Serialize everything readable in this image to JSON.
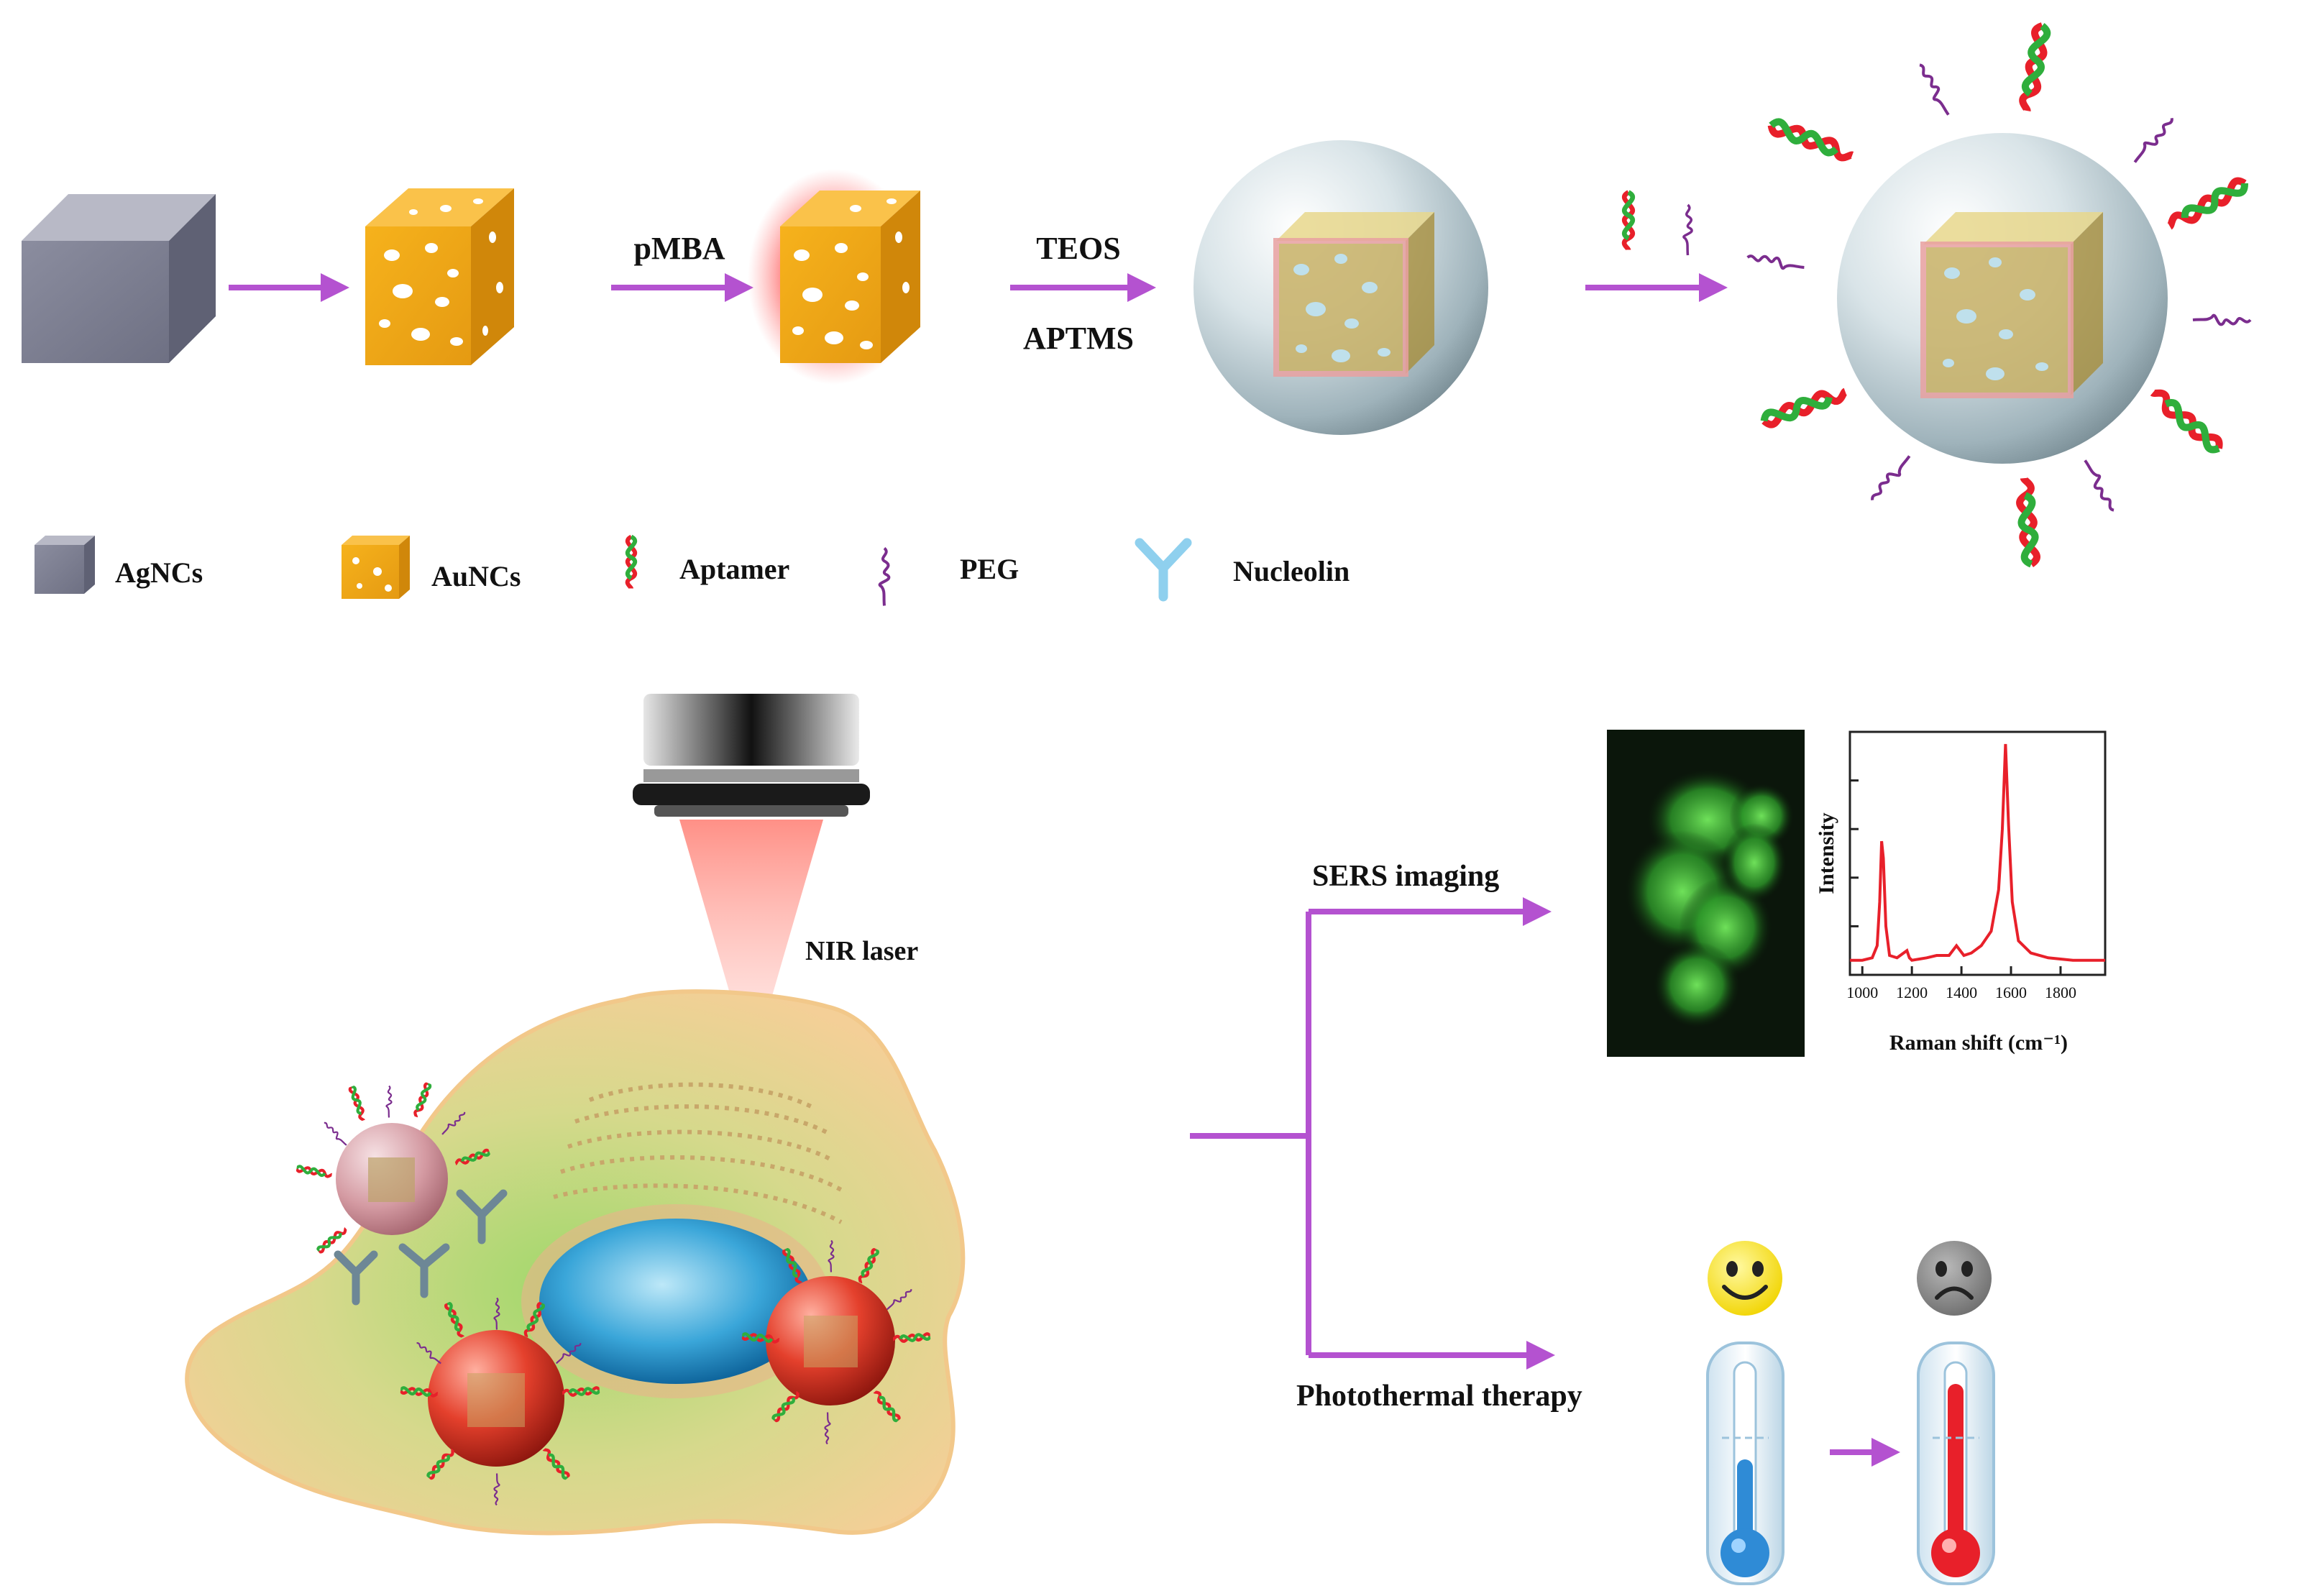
{
  "steps": {
    "pmba": "pMBA",
    "teos": "TEOS",
    "aptms": "APTMS"
  },
  "legend": {
    "agncs": "AgNCs",
    "auncs": "AuNCs",
    "aptamer": "Aptamer",
    "peg": "PEG",
    "nucleolin": "Nucleolin"
  },
  "cell": {
    "laser_label": "NIR laser"
  },
  "branches": {
    "sers": "SERS imaging",
    "ptt": "Photothermal therapy"
  },
  "chart_data": {
    "type": "line",
    "title": "",
    "xlabel": "Raman shift (cm⁻¹)",
    "ylabel": "Intensity",
    "xlim": [
      950,
      1980
    ],
    "ylim": [
      0,
      1
    ],
    "xticks": [
      1000,
      1200,
      1400,
      1600,
      1800
    ],
    "xtick_labels": [
      "1000",
      "1200",
      "1400",
      "1600",
      "1800"
    ],
    "series": [
      {
        "color": "#e8202a",
        "x": [
          950,
          1000,
          1040,
          1060,
          1070,
          1078,
          1085,
          1095,
          1110,
          1140,
          1180,
          1190,
          1200,
          1260,
          1300,
          1350,
          1380,
          1410,
          1440,
          1480,
          1520,
          1550,
          1565,
          1578,
          1590,
          1605,
          1630,
          1680,
          1750,
          1850,
          1980
        ],
        "y": [
          0.06,
          0.06,
          0.07,
          0.12,
          0.3,
          0.55,
          0.48,
          0.2,
          0.08,
          0.07,
          0.1,
          0.07,
          0.06,
          0.07,
          0.08,
          0.08,
          0.12,
          0.08,
          0.09,
          0.12,
          0.18,
          0.35,
          0.6,
          0.95,
          0.62,
          0.3,
          0.14,
          0.09,
          0.07,
          0.06,
          0.06
        ]
      }
    ]
  }
}
